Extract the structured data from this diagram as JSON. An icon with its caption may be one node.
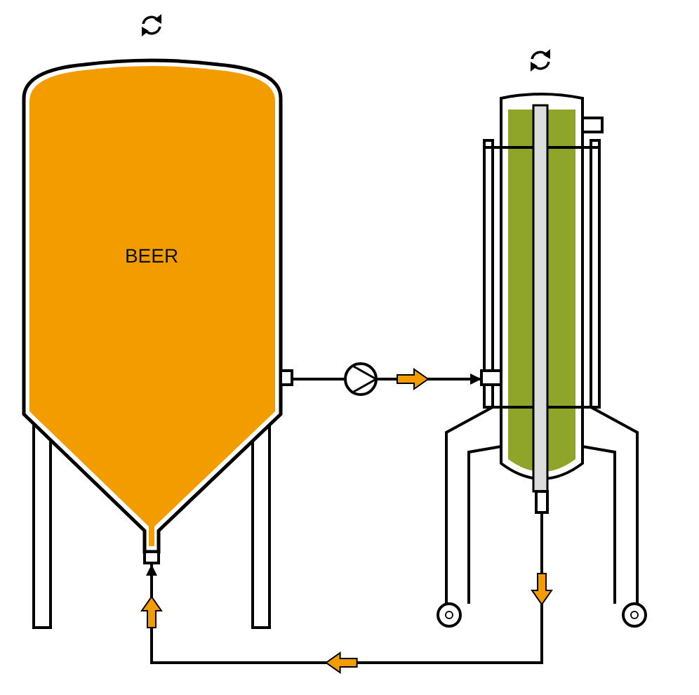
{
  "diagram": {
    "nodes": [
      {
        "text": [
          "BEER"
        ]
      },
      {
        "text": [],
        "shape": "cylinder"
      },
      {
        "text": [],
        "shape": "circle"
      }
    ],
    "edges": [
      {
        "from": 0,
        "to": 2,
        "arrow": "none"
      },
      {
        "from": 2,
        "to": 1,
        "arrow": "to"
      },
      {
        "from": 1,
        "to": 0,
        "arrow": "to"
      }
    ]
  }
}
